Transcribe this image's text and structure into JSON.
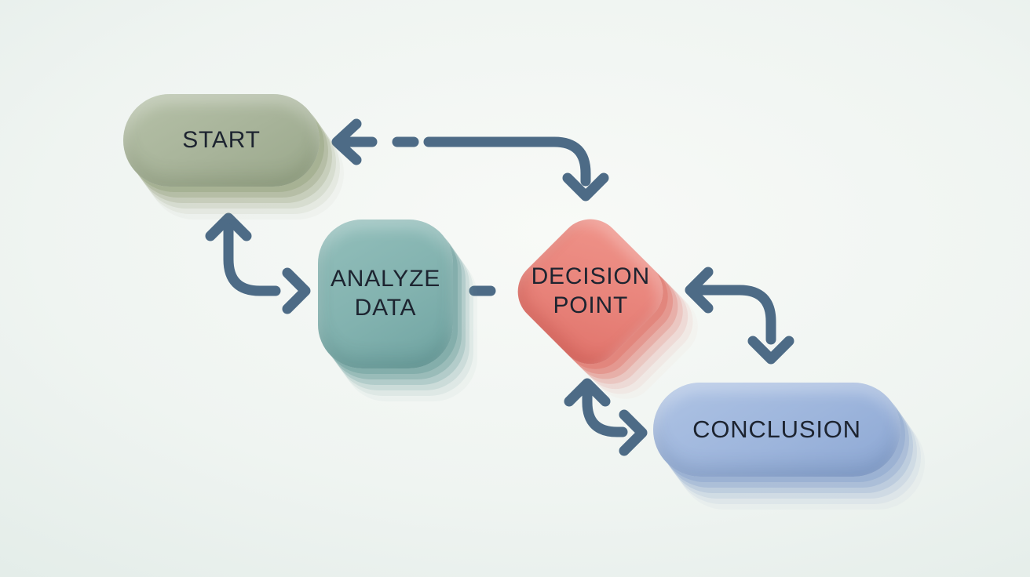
{
  "diagram": {
    "type": "flowchart",
    "colors": {
      "background_center": "#f8faf7",
      "background_edge": "#dce8e3",
      "arrow": "#4d6b86",
      "text": "#1d2430",
      "start_fill": "#a7b399",
      "analyze_fill": "#82b2af",
      "decision_fill": "#e8837a",
      "conclusion_fill": "#9db5dc"
    },
    "nodes": [
      {
        "id": "start",
        "label": "START",
        "shape": "rounded-pill",
        "fill": "#a7b399"
      },
      {
        "id": "analyze-data",
        "label": "ANALYZE DATA",
        "shape": "rounded-square",
        "fill": "#82b2af"
      },
      {
        "id": "decision-point",
        "label": "DECISION POINT",
        "shape": "rounded-diamond",
        "fill": "#e8837a"
      },
      {
        "id": "conclusion",
        "label": "CONCLUSION",
        "shape": "rounded-pill",
        "fill": "#9db5dc"
      }
    ],
    "connectors": [
      {
        "from": "decision-point",
        "to": "start",
        "style": "dashed-elbow",
        "arrowheads": [
          "left-at-start",
          "down-at-decision"
        ]
      },
      {
        "from": "start",
        "to": "analyze-data",
        "style": "curved-elbow",
        "arrowheads": [
          "up-at-start",
          "right-at-analyze"
        ]
      },
      {
        "from": "analyze-data",
        "to": "decision-point",
        "style": "short-dash",
        "arrowheads": []
      },
      {
        "from": "decision-point",
        "to": "conclusion",
        "style": "curved-elbow-right",
        "arrowheads": [
          "left-at-decision",
          "down-at-conclusion"
        ]
      },
      {
        "from": "decision-point",
        "to": "conclusion",
        "style": "curved-elbow-bottom",
        "arrowheads": [
          "up-at-decision",
          "right-at-conclusion"
        ]
      }
    ]
  }
}
